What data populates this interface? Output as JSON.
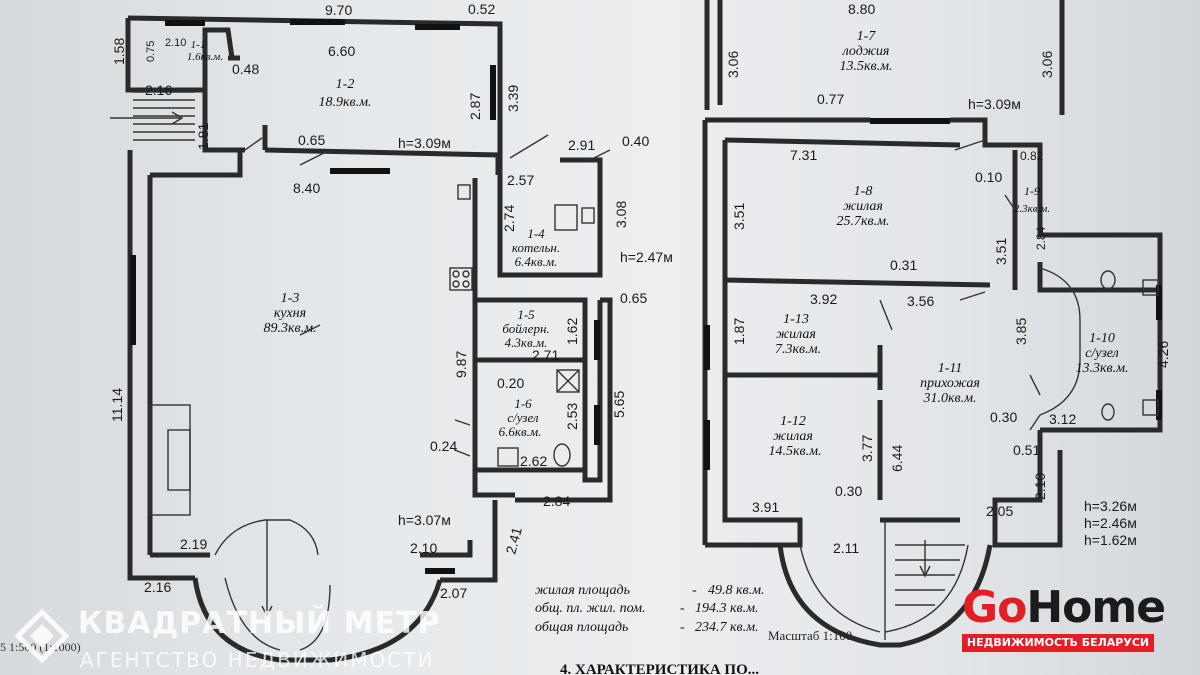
{
  "left_plan": {
    "dims": {
      "top_total": "9.70",
      "top_inner": "6.60",
      "top_right": "0.52",
      "left_small": "1.58",
      "r11a": "2.10",
      "r11b": "0.75",
      "stair_w": "2.16",
      "stair_h": "1.81",
      "r12_door": "0.48",
      "r12_right1": "2.87",
      "r12_right2": "3.39",
      "corridor": "0.65",
      "kitchen_top": "8.40",
      "h_main": "h=3.09м",
      "r14_top": "2.91",
      "r14_win": "0.40",
      "r14_left": "2.57",
      "r14_h1": "2.74",
      "r14_h2": "3.08",
      "h_boiler": "h=2.47м",
      "r15_win": "0.65",
      "r15_right": "1.62",
      "r15_w": "2.71",
      "kitchen_right": "9.87",
      "r16_door": "0.20",
      "r16_h1": "2.53",
      "r16_h2": "5.65",
      "r16_w": "2.62",
      "r16_gap": "0.24",
      "kitchen_left": "11.14",
      "kitchen_bottom": "2.84",
      "h_kitchen": "h=3.07м",
      "diag": "2.41",
      "bay_l": "2.19",
      "bay_r": "2.10",
      "bay_ll": "2.16",
      "bay_rr": "2.07"
    },
    "rooms": [
      {
        "num": "1-1",
        "area": "1.6кв.м."
      },
      {
        "num": "1-2",
        "area": "18.9кв.м."
      },
      {
        "num": "1-3",
        "name": "кухня",
        "area": "89.3кв.м."
      },
      {
        "num": "1-4",
        "name": "котельн.",
        "area": "6.4кв.м."
      },
      {
        "num": "1-5",
        "name": "бойлерн.",
        "area": "4.3кв.м."
      },
      {
        "num": "1-6",
        "name": "с/узел",
        "area": "6.6кв.м."
      }
    ]
  },
  "right_plan": {
    "dims": {
      "top_total": "8.80",
      "loggia_l": "3.06",
      "loggia_r": "3.06",
      "r18_door": "0.77",
      "h_main": "h=3.09м",
      "r18_top": "7.31",
      "r18_left": "3.51",
      "r18_right": "3.51",
      "r19_w": "0.82",
      "r19_door": "0.10",
      "r19_h": "2.84",
      "r18_gap": "0.31",
      "r111_top": "3.56",
      "r113_top": "3.92",
      "r113_left": "1.87",
      "r110_h": "3.85",
      "r110_right": "4.26",
      "r110_gap": "0.30",
      "r110_w": "3.12",
      "r110_d": "0.51",
      "r112_h1": "3.77",
      "r112_h2": "6.44",
      "r112_gap": "0.30",
      "r111_right": "2.10",
      "r112_bottom": "3.91",
      "r111_bottom": "2.05",
      "stair_w": "2.11",
      "h_list1": "h=3.26м",
      "h_list2": "h=2.46м",
      "h_list3": "h=1.62м"
    },
    "rooms": [
      {
        "num": "1-7",
        "name": "лоджия",
        "area": "13.5кв.м."
      },
      {
        "num": "1-8",
        "name": "жилая",
        "area": "25.7кв.м."
      },
      {
        "num": "1-9",
        "area": "2.3кв.м."
      },
      {
        "num": "1-10",
        "name": "с/узел",
        "area": "13.3кв.м."
      },
      {
        "num": "1-11",
        "name": "прихожая",
        "area": "31.0кв.м."
      },
      {
        "num": "1-12",
        "name": "жилая",
        "area": "14.5кв.м."
      },
      {
        "num": "1-13",
        "name": "жилая",
        "area": "7.3кв.м."
      }
    ]
  },
  "summary": [
    {
      "label": "жилая площадь",
      "dash": "-",
      "value": "49.8 кв.м."
    },
    {
      "label": "общ. пл. жил. пом.",
      "dash": "-",
      "value": "194.3 кв.м."
    },
    {
      "label": "общая площадь",
      "dash": "-",
      "value": "234.7 кв.м."
    }
  ],
  "scale_right": "Масштаб 1:100",
  "scale_left": "5  1:500 (1:1000)",
  "bottom_title": "4. ХАРАКТЕРИСТИКА ПО...",
  "watermark": {
    "title": "КВАДРАТНЫЙ МЕТР",
    "subtitle": "АГЕНТСТВО НЕДВИЖИМОСТИ"
  },
  "logo": {
    "go": "Go",
    "home": "Home",
    "sub": "НЕДВИЖИМОСТЬ БЕЛАРУСИ",
    "accent": "#e31e24"
  }
}
